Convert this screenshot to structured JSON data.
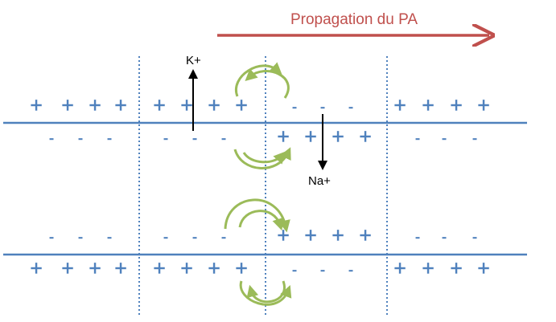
{
  "title": "Propagation du PA",
  "ion_out": "K+",
  "ion_in": "Na+",
  "plus": "+",
  "minus": "-",
  "colors": {
    "title": "#c0504d",
    "arrow": "#c0504d",
    "membrane": "#4f81bd",
    "charge": "#4f81bd",
    "separator": "#4f81bd",
    "current": "#9bbb59",
    "ion_arrow": "#000000"
  },
  "charge_rows": [
    [
      "+",
      "+",
      "+",
      "+",
      "+",
      "+",
      "+",
      "+",
      "-",
      "-",
      "-",
      "+",
      "+",
      "+",
      "+"
    ],
    [
      "-",
      "-",
      "-",
      "-",
      "-",
      "-",
      "+",
      "+",
      "+",
      "+",
      "-",
      "-",
      "-"
    ],
    [
      "-",
      "-",
      "-",
      "-",
      "-",
      "-",
      "+",
      "+",
      "+",
      "+",
      "-",
      "-",
      "-"
    ],
    [
      "+",
      "+",
      "+",
      "+",
      "+",
      "+",
      "+",
      "+",
      "-",
      "-",
      "-",
      "+",
      "+",
      "+",
      "+"
    ]
  ]
}
